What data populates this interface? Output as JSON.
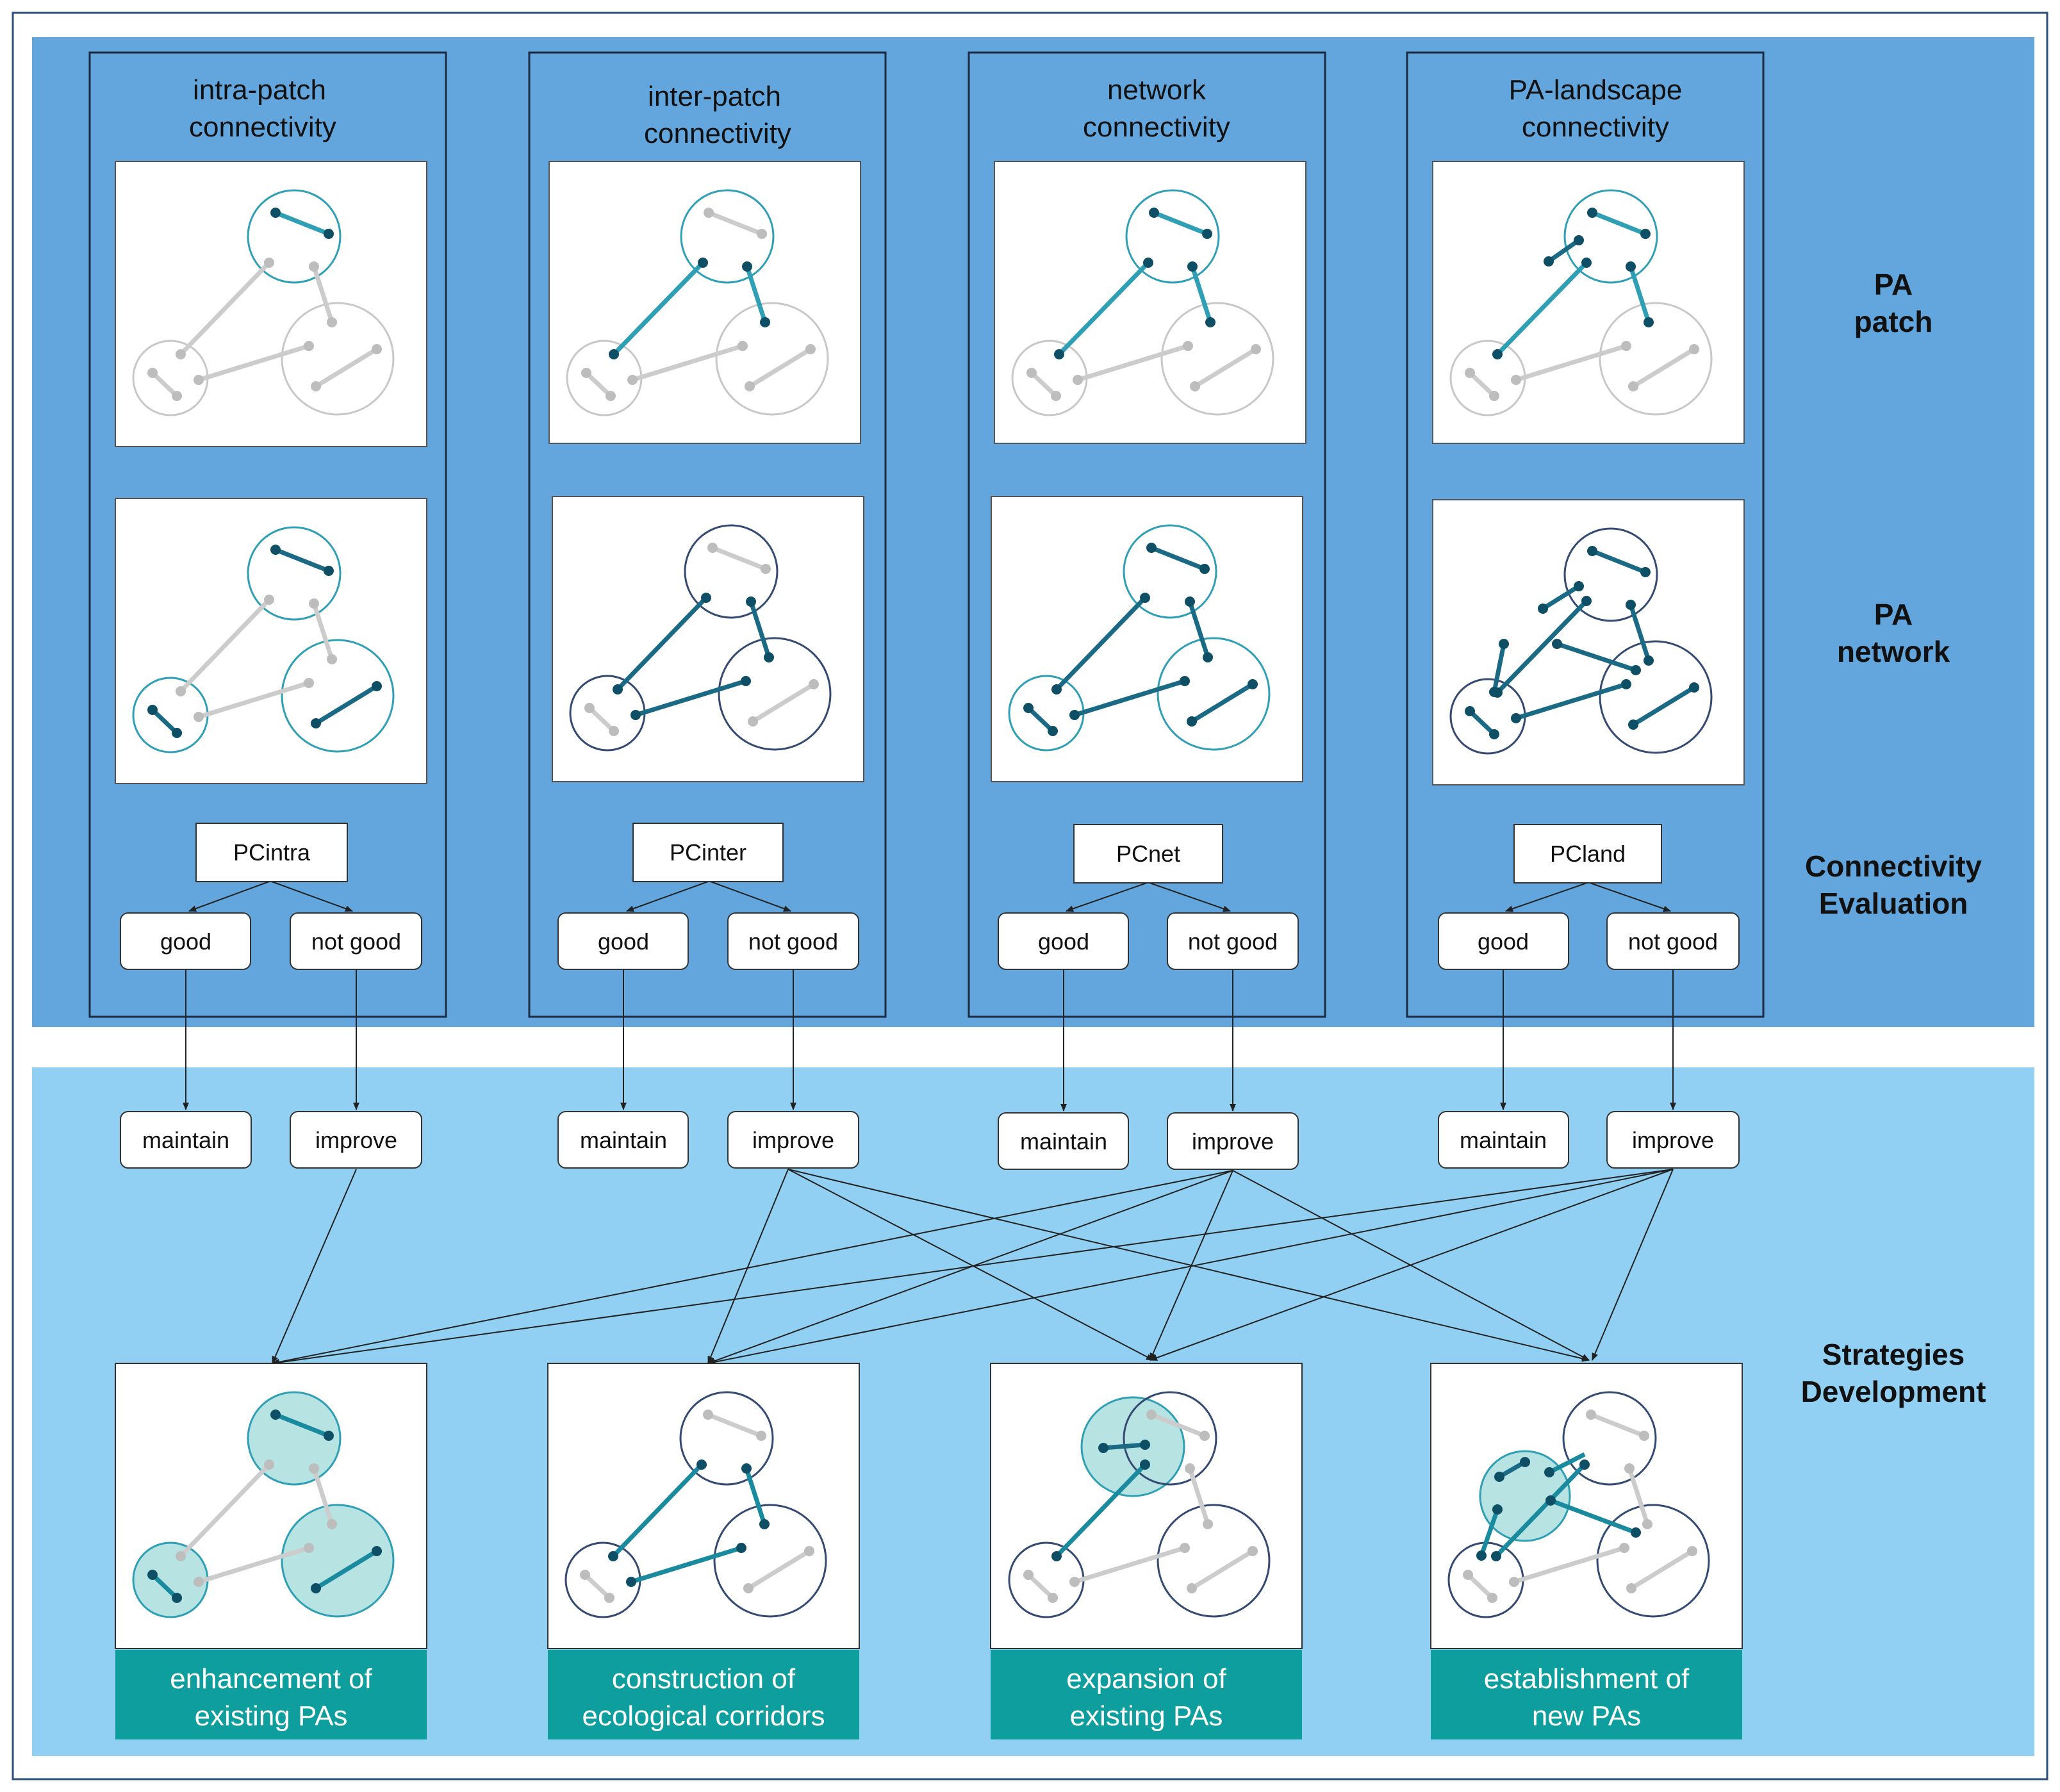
{
  "columns": [
    {
      "title": [
        "intra-patch",
        "connectivity"
      ],
      "indicator": "PCintra",
      "good": "good",
      "not_good": "not good",
      "maintain": "maintain",
      "improve": "improve"
    },
    {
      "title": [
        "inter-patch",
        "connectivity"
      ],
      "indicator": "PCinter",
      "good": "good",
      "not_good": "not good",
      "maintain": "maintain",
      "improve": "improve"
    },
    {
      "title": [
        "network",
        "connectivity"
      ],
      "indicator": "PCnet",
      "good": "good",
      "not_good": "not good",
      "maintain": "maintain",
      "improve": "improve"
    },
    {
      "title": [
        "PA-landscape",
        "connectivity"
      ],
      "indicator": "PCland",
      "good": "good",
      "not_good": "not good",
      "maintain": "maintain",
      "improve": "improve"
    }
  ],
  "row_labels": {
    "pa_patch": [
      "PA",
      "patch"
    ],
    "pa_network": [
      "PA",
      "network"
    ],
    "evaluation": [
      "Connectivity",
      "Evaluation"
    ],
    "strategies": [
      "Strategies",
      "Development"
    ]
  },
  "strategies": [
    [
      "enhancement of",
      "existing PAs"
    ],
    [
      "construction of",
      "ecological corridors"
    ],
    [
      "expansion of",
      "existing PAs"
    ],
    [
      "establishment of",
      "new PAs"
    ]
  ],
  "colors": {
    "top_panel": "#62A6DD",
    "bottom_panel": "#91D0F2",
    "teal": "#0E9E9E",
    "highlight_link": "#2E9FB4",
    "dark_link": "#1A6A86",
    "grey_link": "#CCCCCC",
    "node_dark": "#0E4F66",
    "node_grey": "#BDBDBD"
  }
}
